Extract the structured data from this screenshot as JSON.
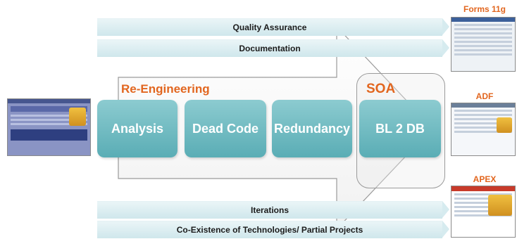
{
  "bars_top": [
    "Quality Assurance",
    "Documentation"
  ],
  "bars_bottom": [
    "Iterations",
    "Co-Existence of Technologies/ Partial Projects"
  ],
  "section_label": "Re-Engineering",
  "soa_label": "SOA",
  "steps": [
    "Analysis",
    "Dead Code",
    "Redundancy",
    "BL 2 DB"
  ],
  "targets": [
    "Forms 11g",
    "ADF",
    "APEX"
  ],
  "colors": {
    "accent": "#e2661f",
    "box": "#6ab6bd",
    "bar": "#d6ebef"
  }
}
